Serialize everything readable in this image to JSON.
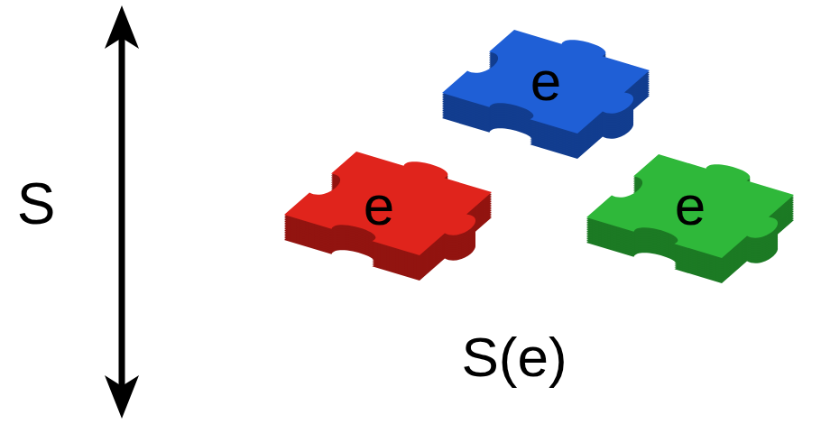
{
  "diagram": {
    "nodes": [
      {
        "text": [
          "e"
        ]
      },
      {
        "text": [
          "e"
        ]
      },
      {
        "text": [
          "e"
        ]
      }
    ],
    "labels": [
      "S",
      "S(e)"
    ]
  }
}
